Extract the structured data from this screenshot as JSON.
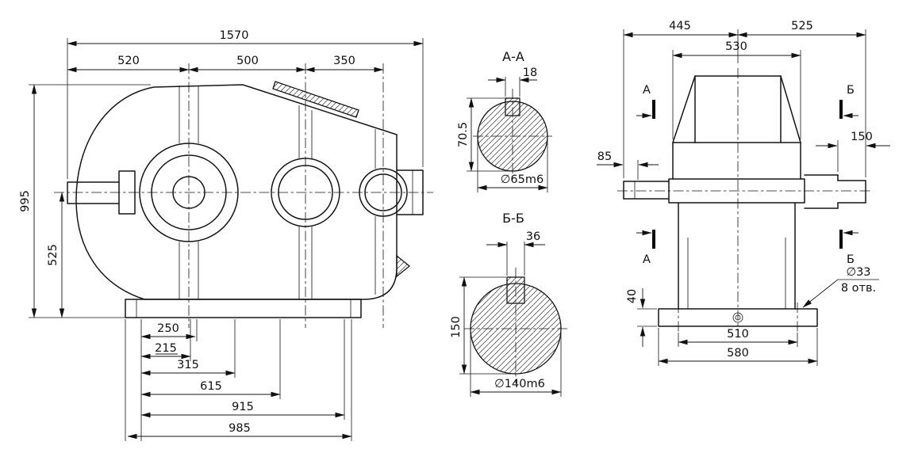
{
  "side_view": {
    "total_length": "1570",
    "span_left": "520",
    "span_mid": "500",
    "span_right": "350",
    "total_height": "995",
    "axis_height": "525",
    "base_dims": [
      "250",
      "215",
      "315",
      "615",
      "915",
      "985"
    ]
  },
  "section_aa": {
    "title": "А-А",
    "key_width": "18",
    "overall_height": "70.5",
    "diameter": "∅65m6"
  },
  "section_bb": {
    "title": "Б-Б",
    "key_width": "36",
    "overall_height": "150",
    "diameter": "∅140m6"
  },
  "end_view": {
    "span_left": "445",
    "span_right": "525",
    "body_width": "530",
    "shaft_offset": "85",
    "shaft_length": "150",
    "base_height": "40",
    "hole_diameter": "∅33",
    "hole_count": "8 отв.",
    "base_inner_width": "510",
    "base_outer_width": "580",
    "marker_a": "А",
    "marker_b": "Б"
  }
}
